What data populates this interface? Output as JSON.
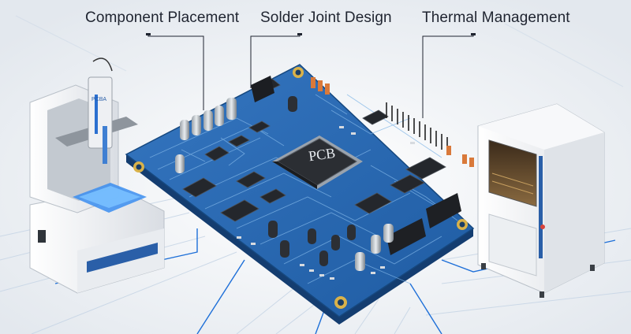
{
  "labels": {
    "component_placement": "Component Placement",
    "solder_joint_design": "Solder Joint Design",
    "thermal_management": "Thermal Management"
  },
  "chip_marking": "PCB",
  "machine_badge": "PCBA",
  "colors": {
    "background": "#eef1f4",
    "pcb_blue": "#2a66ad",
    "pcb_dark": "#1b4e8e",
    "trace": "#7fb4e6",
    "callout_line": "#1f2430",
    "machine_white": "#f4f5f7",
    "accent_blue": "#1d6fd8"
  },
  "icons": [
    "pick-and-place-machine",
    "reflow-oven",
    "circuit-board"
  ]
}
